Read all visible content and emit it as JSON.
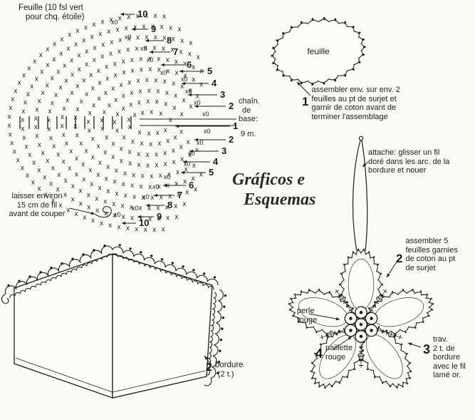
{
  "colors": {
    "paper": "#fbfaf5",
    "ink": "#1f1e1a"
  },
  "fan_chart": {
    "title": [
      "Feuille (10 fsl vert",
      "pour chq. étoile)"
    ],
    "rounds_top": [
      10,
      9,
      8,
      7,
      6,
      5,
      4,
      3,
      2
    ],
    "base_label": "1",
    "rounds_bottom": [
      2,
      3,
      4,
      5,
      6,
      7,
      8,
      9,
      10
    ],
    "stitch_symbol": "x",
    "increase_mark": "x0",
    "chain_label": [
      "chaîn.",
      "de",
      "base:",
      "9 m."
    ],
    "cut_note": [
      "laisser environ",
      "15 cm de fil",
      "avant de couper"
    ]
  },
  "leaf_diagram": {
    "label": "feuille"
  },
  "steps": {
    "step1": {
      "num": "1",
      "lines": [
        "assembler env. sur env. 2",
        "feuilles au pt de surjet et",
        "garnir de coton avant de",
        "terminer l'assemblage"
      ]
    },
    "attache": {
      "lines": [
        "attache: glisser un fil",
        "doré dans les arc. de la",
        "bordure et nouer"
      ]
    },
    "step2_star": {
      "num": "2",
      "lines": [
        "assembler 5",
        "feuilles garnies",
        "de coton au pt",
        "de surjet"
      ]
    },
    "perle": {
      "lines": [
        "perle",
        "rouge"
      ]
    },
    "step4": {
      "num": "4",
      "lines": [
        "paillette",
        "rouge"
      ]
    },
    "step3": {
      "num": "3",
      "lines": [
        "trav.",
        "2 t. de",
        "bordure",
        "avec le fil",
        "lamé or."
      ]
    },
    "border": {
      "num": "2",
      "lines": [
        "bordure",
        "(2 t.)"
      ]
    }
  },
  "watermark": {
    "lines": [
      "Gráficos e",
      "Esquemas"
    ]
  }
}
